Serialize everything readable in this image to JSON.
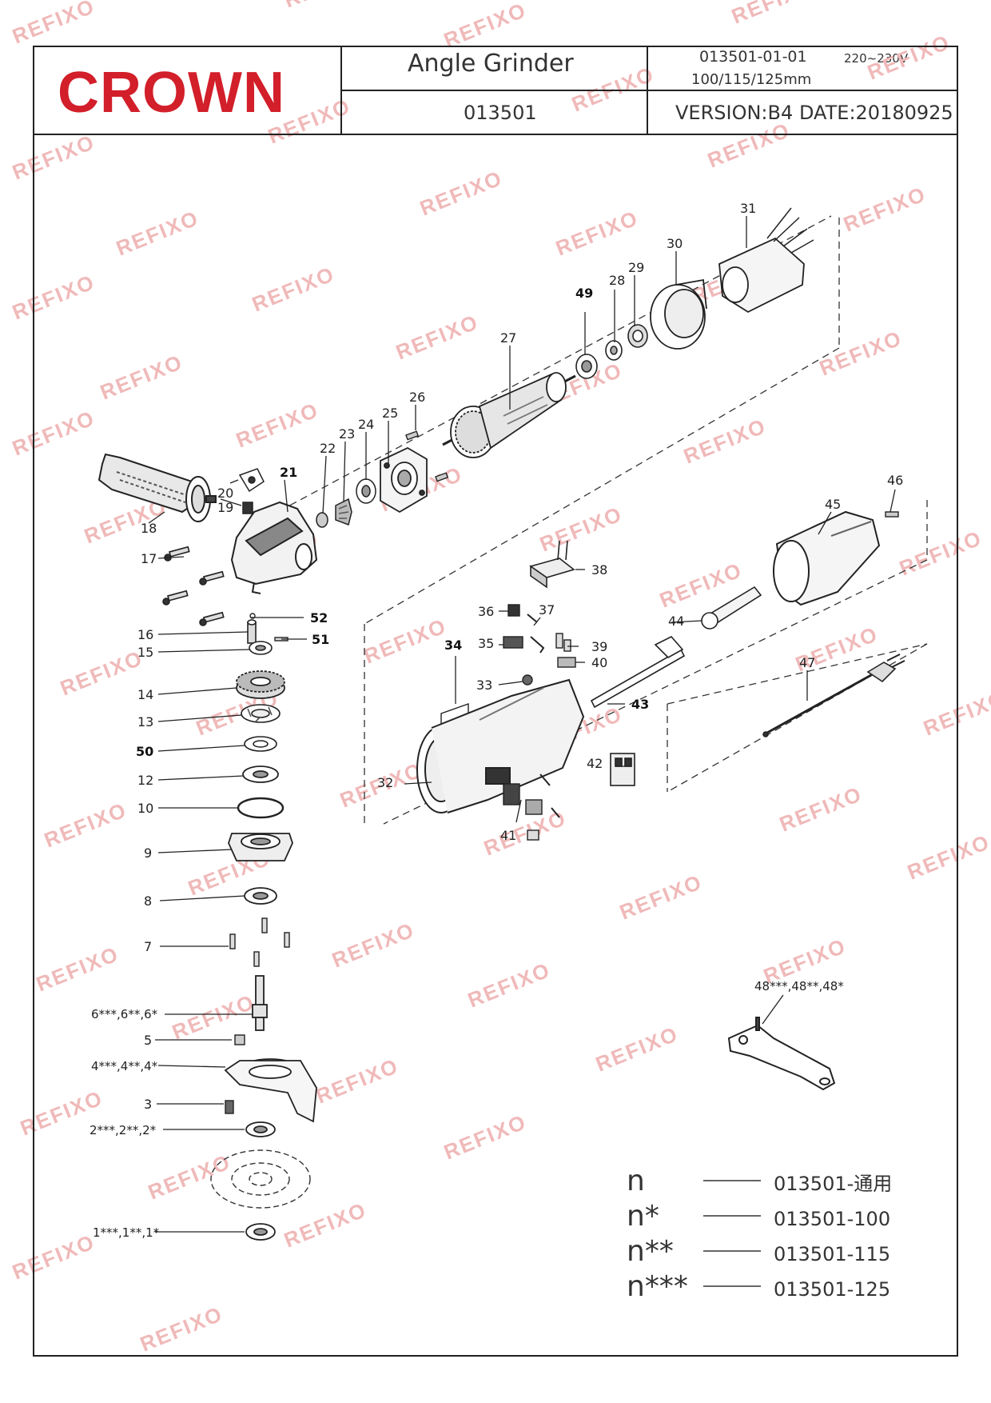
{
  "title_block": {
    "brand": "CROWN",
    "product_name": "Angle Grinder",
    "model": "013501",
    "part_code": "013501-01-01",
    "voltage": "220~230V",
    "disc_sizes": "100/115/125mm",
    "version": "VERSION:B4",
    "date": "DATE:20180925"
  },
  "watermark": "REFIXO",
  "callouts": [
    {
      "id": "1",
      "label": "1***,1**,1*"
    },
    {
      "id": "2",
      "label": "2***,2**,2*"
    },
    {
      "id": "3",
      "label": "3"
    },
    {
      "id": "4",
      "label": "4***,4**,4*"
    },
    {
      "id": "5",
      "label": "5"
    },
    {
      "id": "6",
      "label": "6***,6**,6*"
    },
    {
      "id": "7",
      "label": "7"
    },
    {
      "id": "8",
      "label": "8"
    },
    {
      "id": "9",
      "label": "9"
    },
    {
      "id": "10",
      "label": "10"
    },
    {
      "id": "12",
      "label": "12"
    },
    {
      "id": "50",
      "label": "50"
    },
    {
      "id": "13",
      "label": "13"
    },
    {
      "id": "14",
      "label": "14"
    },
    {
      "id": "15",
      "label": "15"
    },
    {
      "id": "16",
      "label": "16"
    },
    {
      "id": "17",
      "label": "17"
    },
    {
      "id": "18",
      "label": "18"
    },
    {
      "id": "19",
      "label": "19"
    },
    {
      "id": "20",
      "label": "20"
    },
    {
      "id": "21",
      "label": "21"
    },
    {
      "id": "22",
      "label": "22"
    },
    {
      "id": "23",
      "label": "23"
    },
    {
      "id": "24",
      "label": "24"
    },
    {
      "id": "25",
      "label": "25"
    },
    {
      "id": "26",
      "label": "26"
    },
    {
      "id": "27",
      "label": "27"
    },
    {
      "id": "49",
      "label": "49"
    },
    {
      "id": "28",
      "label": "28"
    },
    {
      "id": "29",
      "label": "29"
    },
    {
      "id": "30",
      "label": "30"
    },
    {
      "id": "31",
      "label": "31"
    },
    {
      "id": "52",
      "label": "52"
    },
    {
      "id": "51",
      "label": "51"
    },
    {
      "id": "38",
      "label": "38"
    },
    {
      "id": "36",
      "label": "36"
    },
    {
      "id": "37",
      "label": "37"
    },
    {
      "id": "35",
      "label": "35"
    },
    {
      "id": "39",
      "label": "39"
    },
    {
      "id": "40",
      "label": "40"
    },
    {
      "id": "34",
      "label": "34"
    },
    {
      "id": "33",
      "label": "33"
    },
    {
      "id": "43",
      "label": "43"
    },
    {
      "id": "44",
      "label": "44"
    },
    {
      "id": "45",
      "label": "45"
    },
    {
      "id": "46",
      "label": "46"
    },
    {
      "id": "47",
      "label": "47"
    },
    {
      "id": "42",
      "label": "42"
    },
    {
      "id": "32",
      "label": "32"
    },
    {
      "id": "41",
      "label": "41"
    },
    {
      "id": "48",
      "label": "48***,48**,48*"
    }
  ],
  "legend": [
    {
      "symbol": "n",
      "code": "013501-通用"
    },
    {
      "symbol": "n*",
      "code": "013501-100"
    },
    {
      "symbol": "n**",
      "code": "013501-115"
    },
    {
      "symbol": "n***",
      "code": "013501-125"
    }
  ],
  "colors": {
    "brand": "#d21f2a",
    "watermark": "#f0b9b9",
    "line": "#222222"
  }
}
